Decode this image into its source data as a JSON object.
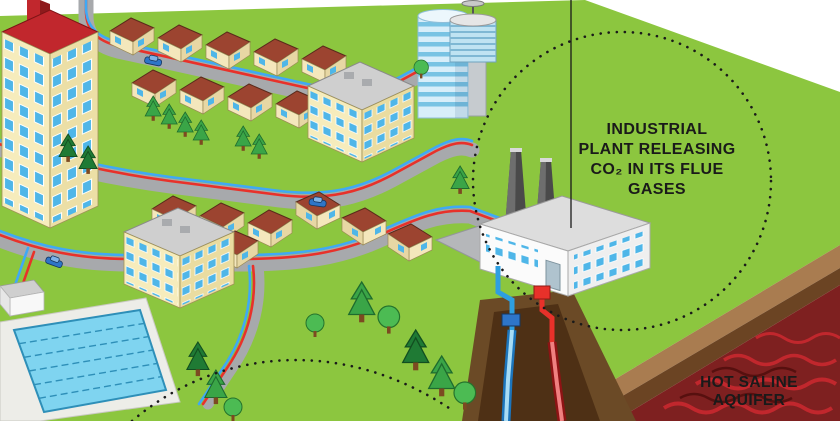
{
  "labels": {
    "industrial_plant": {
      "full": "INDUSTRIAL PLANT RELEASING CO₂ IN ITS FLUE GASES",
      "lines": [
        "INDUSTRIAL",
        "PLANT RELEASING",
        "CO₂ IN ITS FLUE",
        "GASES"
      ]
    },
    "hot_saline_aquifer": {
      "full": "HOT SALINE AQUIFER",
      "lines": [
        "HOT SALINE",
        "AQUIFER"
      ]
    }
  },
  "colors": {
    "grass": "#8CC63F",
    "road": "#A7A9AC",
    "hot_pipe": "#E8312A",
    "cold_pipe": "#3FA9F5",
    "apartment_roof": "#C1272D",
    "house_roof": "#9C4430",
    "building_wall": "#F6ECBC",
    "window_blue": "#4FB6E8",
    "soil_brown": "#8C6239",
    "aquifer_red": "#7E2020",
    "aquifer_wave": "#C1272D",
    "plant_wall": "#FBFBFB",
    "pool_water": "#7FD4F0",
    "label_text": "#1A1A1A"
  },
  "elements": [
    "apartment-tower",
    "terraced-houses",
    "office-building",
    "glass-tower",
    "water-tank",
    "industrial-plant",
    "flue-chimneys",
    "co2-injection-well",
    "hot-water-well",
    "district-heating-pipes",
    "roads",
    "cars",
    "trees",
    "swimming-pool",
    "earth-cross-section",
    "hot-saline-aquifer",
    "capture-zone-boundary"
  ]
}
